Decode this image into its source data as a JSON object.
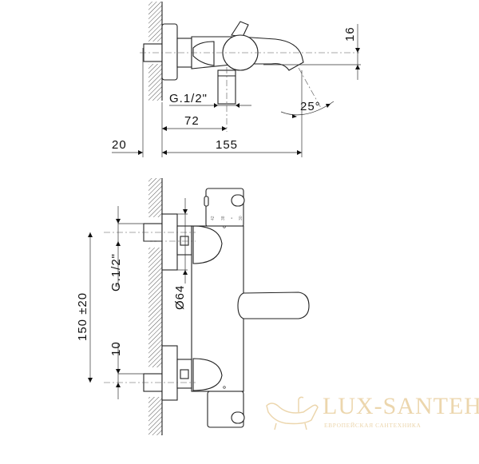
{
  "top_view": {
    "dims": {
      "height_16": "16",
      "thread": "G.1/2\"",
      "angle": "25°",
      "outlet_72": "72",
      "wall_20": "20",
      "spout_155": "155"
    }
  },
  "front_view": {
    "dims": {
      "thread": "G.1/2\"",
      "centers": "150 ±20",
      "diameter": "Ø64",
      "offset_10": "10"
    },
    "scale_marks": [
      "42",
      "38",
      "•",
      "30"
    ]
  },
  "watermark": {
    "brand": "LUX-SANTEH",
    "tagline": "ЕВРОПЕЙСКАЯ САНТЕХНИКА"
  },
  "colors": {
    "line": "#222222",
    "watermark": "#ecd6ad"
  }
}
